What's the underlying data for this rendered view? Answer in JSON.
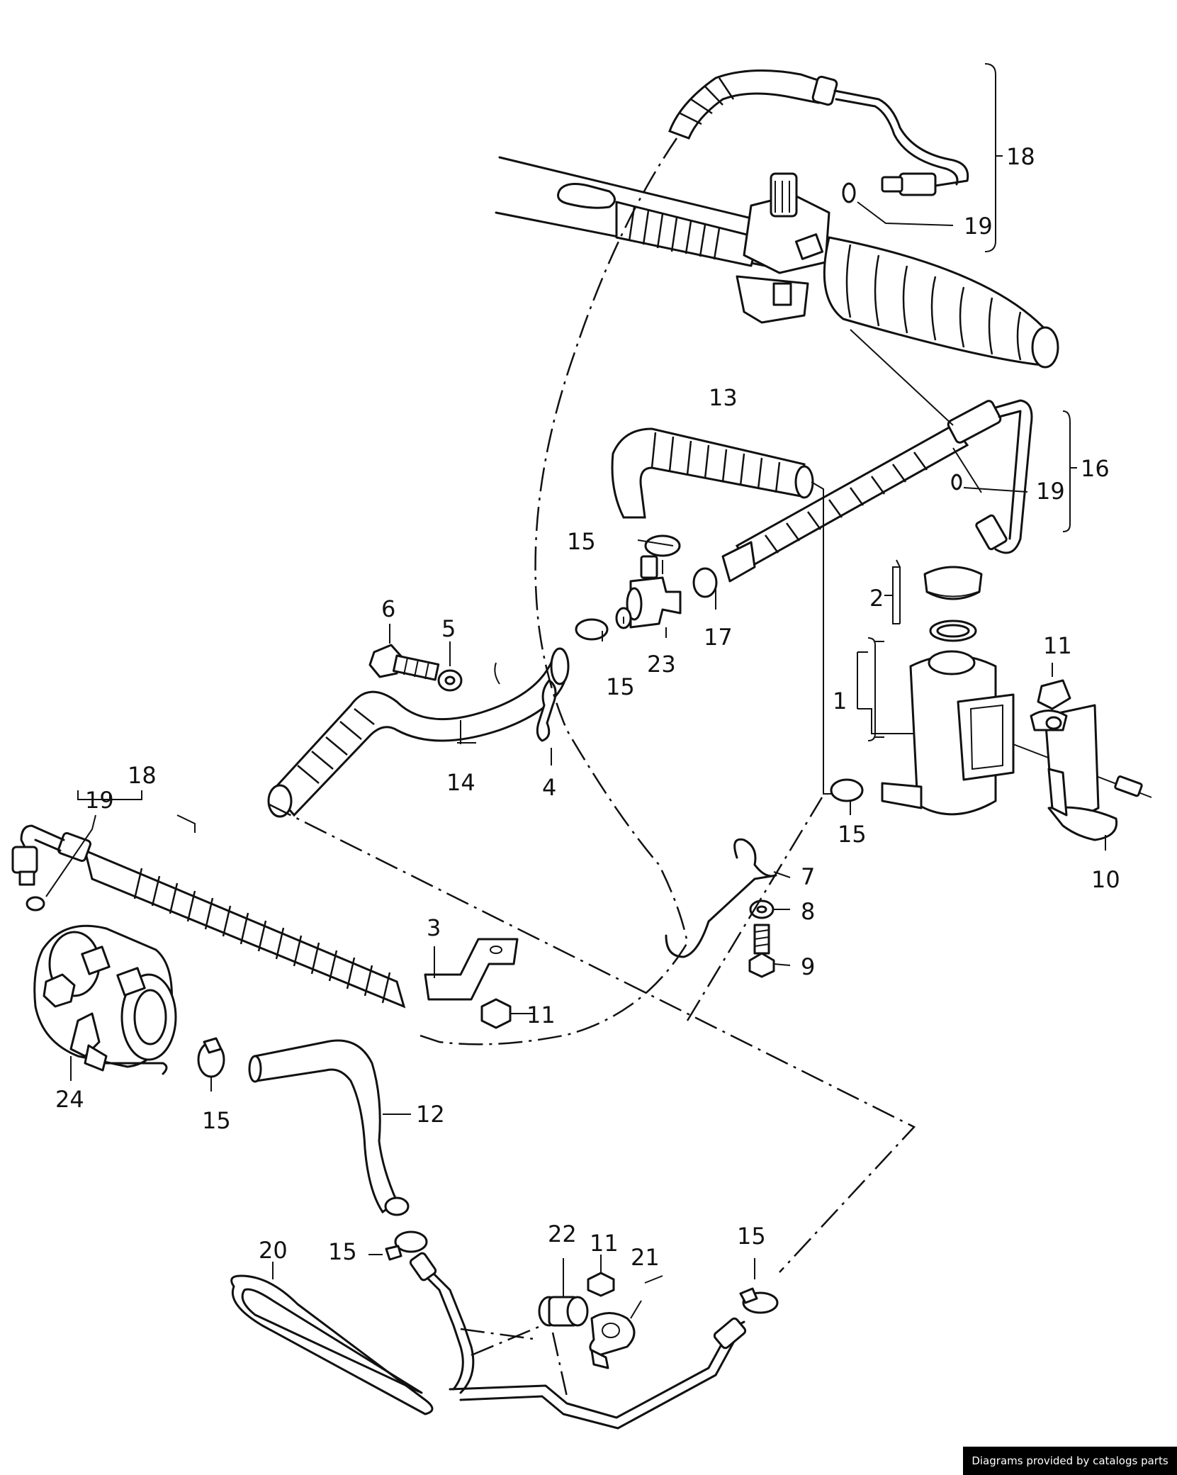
{
  "credit": "Diagrams provided by catalogs parts",
  "callouts": {
    "c1": "1",
    "c2": "2",
    "c3": "3",
    "c4": "4",
    "c5": "5",
    "c6": "6",
    "c7": "7",
    "c8": "8",
    "c9": "9",
    "c10": "10",
    "c11a": "11",
    "c11b": "11",
    "c11c": "11",
    "c12": "12",
    "c13": "13",
    "c14": "14",
    "c15a": "15",
    "c15b": "15",
    "c15c": "15",
    "c15d": "15",
    "c15e": "15",
    "c15f": "15",
    "c16": "16",
    "c17": "17",
    "c18a": "18",
    "c18b": "18",
    "c19a": "19",
    "c19b": "19",
    "c19c": "19",
    "c20": "20",
    "c21": "21",
    "c22": "22",
    "c23": "23",
    "c24": "24"
  }
}
